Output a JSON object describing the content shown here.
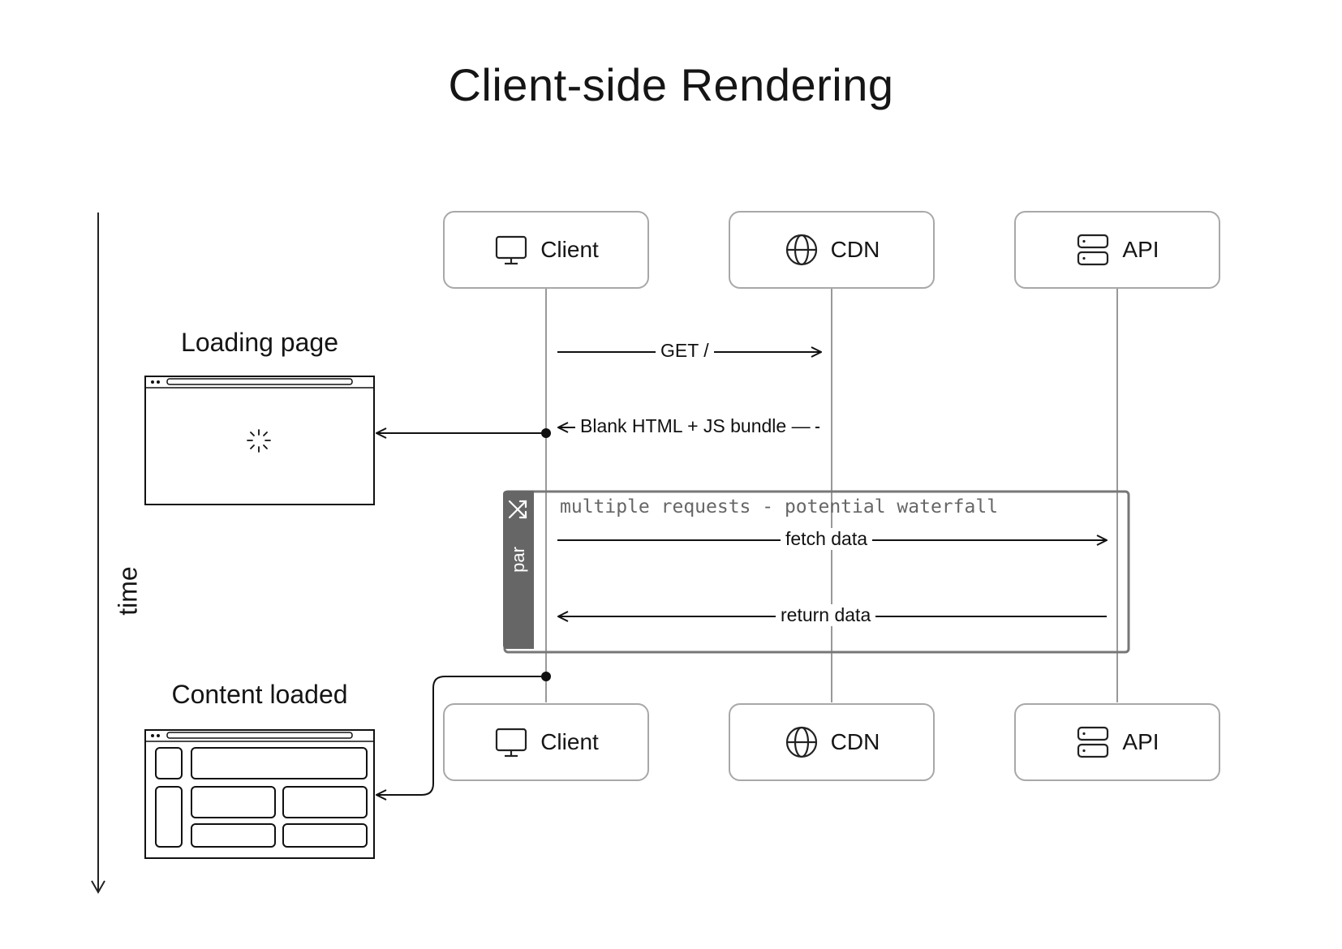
{
  "title": "Client-side Rendering",
  "time_axis_label": "time",
  "actors_top": [
    {
      "label": "Client",
      "icon": "monitor-icon"
    },
    {
      "label": "CDN",
      "icon": "globe-icon"
    },
    {
      "label": "API",
      "icon": "server-icon"
    }
  ],
  "actors_bottom": [
    {
      "label": "Client",
      "icon": "monitor-icon"
    },
    {
      "label": "CDN",
      "icon": "globe-icon"
    },
    {
      "label": "API",
      "icon": "server-icon"
    }
  ],
  "messages": {
    "get": "GET /",
    "blank_html": "Blank HTML + JS bundle",
    "fetch_data": "fetch data",
    "return_data": "return data"
  },
  "par_block": {
    "tag": "par",
    "title": "multiple requests - potential waterfall"
  },
  "screens": {
    "loading": "Loading page",
    "loaded": "Content loaded"
  }
}
